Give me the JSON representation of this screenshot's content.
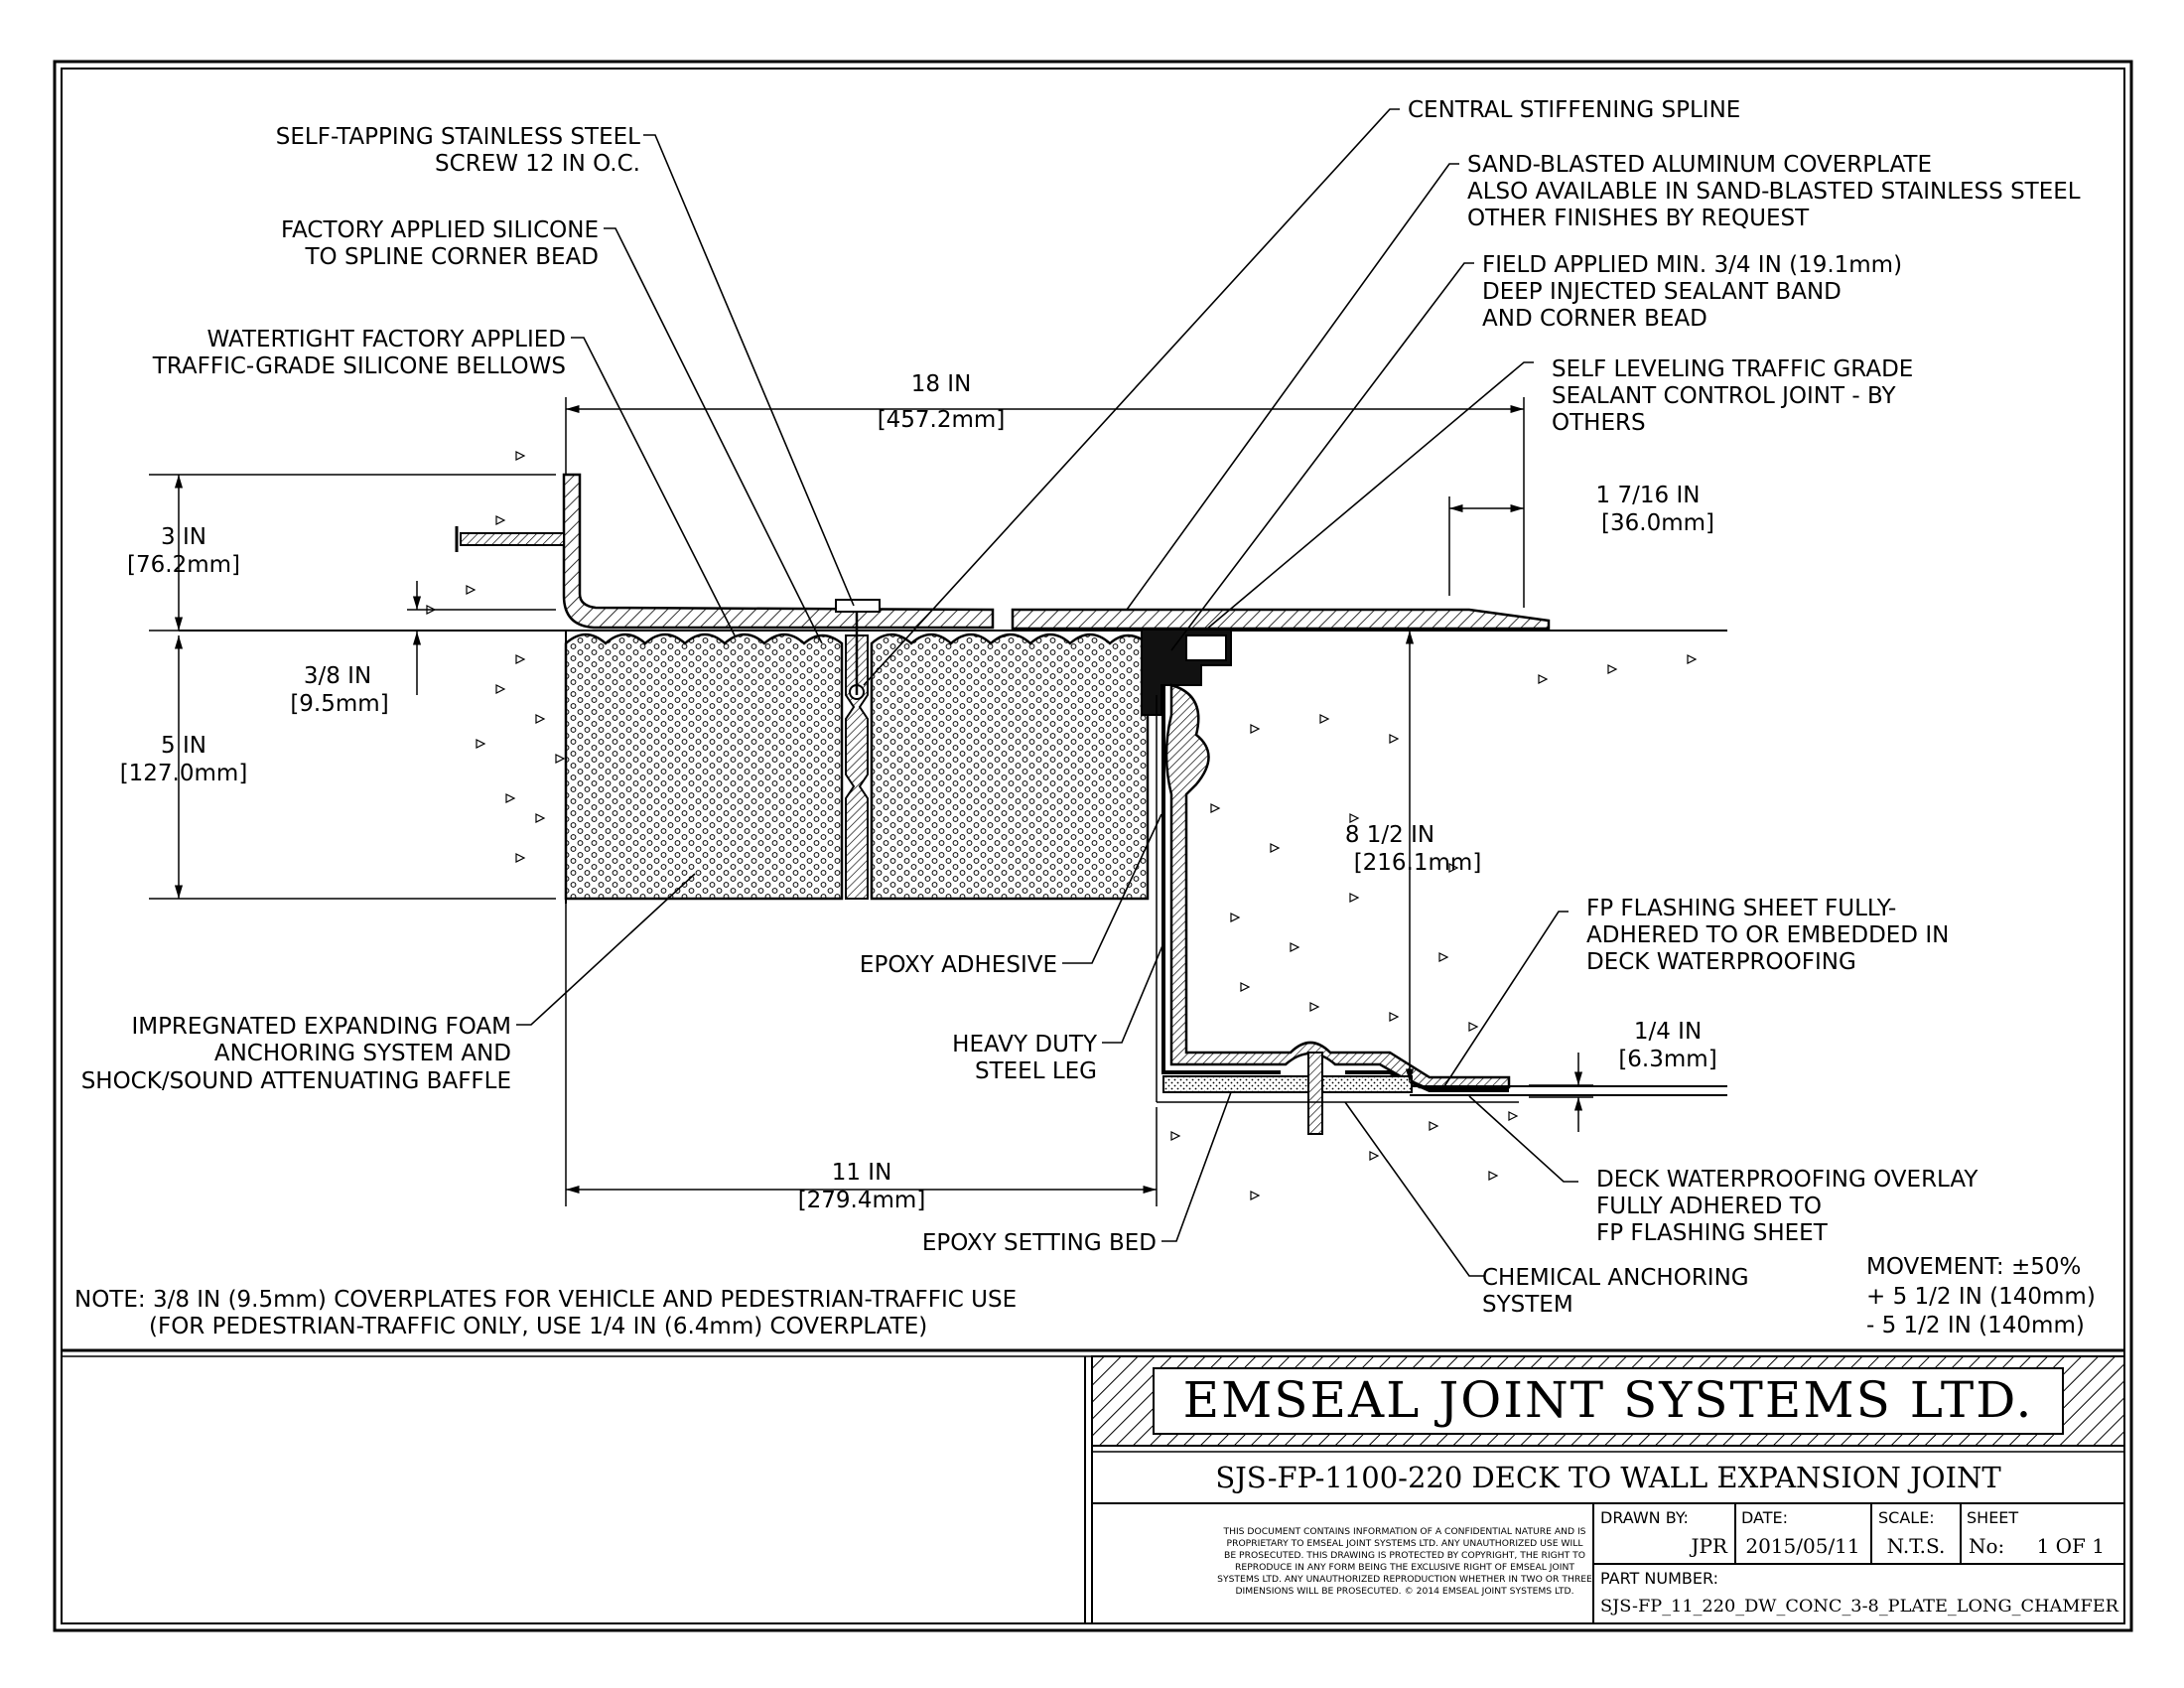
{
  "callouts": {
    "screw": [
      "SELF-TAPPING STAINLESS STEEL",
      "SCREW 12 IN O.C."
    ],
    "silicone_bead": [
      "FACTORY APPLIED SILICONE",
      "TO SPLINE CORNER BEAD"
    ],
    "bellows": [
      "WATERTIGHT FACTORY APPLIED",
      "TRAFFIC-GRADE SILICONE BELLOWS"
    ],
    "spline": [
      "CENTRAL STIFFENING SPLINE"
    ],
    "coverplate": [
      "SAND-BLASTED ALUMINUM COVERPLATE",
      "ALSO AVAILABLE IN SAND-BLASTED STAINLESS STEEL",
      "OTHER FINISHES BY REQUEST"
    ],
    "sealant_band": [
      "FIELD APPLIED MIN. 3/4 IN (19.1mm)",
      "DEEP INJECTED SEALANT BAND",
      "AND CORNER BEAD"
    ],
    "control_joint": [
      "SELF LEVELING TRAFFIC GRADE",
      "SEALANT CONTROL JOINT - BY",
      "OTHERS"
    ],
    "flashing": [
      "FP FLASHING SHEET FULLY-",
      "ADHERED TO OR EMBEDDED IN",
      "DECK WATERPROOFING"
    ],
    "epoxy_adhesive": [
      "EPOXY ADHESIVE"
    ],
    "steel_leg": [
      "HEAVY DUTY",
      "STEEL LEG"
    ],
    "foam": [
      "IMPREGNATED EXPANDING FOAM",
      "ANCHORING SYSTEM AND",
      "SHOCK/SOUND ATTENUATING BAFFLE"
    ],
    "setting_bed": [
      "EPOXY SETTING BED"
    ],
    "anchoring": [
      "CHEMICAL ANCHORING",
      "SYSTEM"
    ],
    "overlay": [
      "DECK WATERPROOFING OVERLAY",
      "FULLY ADHERED TO",
      "FP FLASHING SHEET"
    ]
  },
  "dimensions": {
    "width_18": [
      "18 IN",
      "[457.2mm]"
    ],
    "chamfer": [
      "1 7/16 IN",
      "[36.0mm]"
    ],
    "height_3": [
      "3 IN",
      "[76.2mm]"
    ],
    "plate_3_8": [
      "3/8 IN",
      "[9.5mm]"
    ],
    "height_5": [
      "5 IN",
      "[127.0mm]"
    ],
    "height_8_5": [
      "8 1/2 IN",
      "[216.1mm]"
    ],
    "sheet_1_4": [
      "1/4 IN",
      "[6.3mm]"
    ],
    "width_11": [
      "11 IN",
      "[279.4mm]"
    ]
  },
  "note": [
    "NOTE: 3/8 IN (9.5mm) COVERPLATES FOR VEHICLE AND PEDESTRIAN-TRAFFIC USE",
    "(FOR PEDESTRIAN-TRAFFIC ONLY, USE 1/4 IN (6.4mm) COVERPLATE)"
  ],
  "movement": [
    "MOVEMENT: ±50%",
    "+ 5 1/2 IN (140mm)",
    "- 5 1/2 IN (140mm)"
  ],
  "title_block": {
    "company": "EMSEAL JOINT SYSTEMS LTD.",
    "drawing_title": "SJS-FP-1100-220 DECK TO WALL EXPANSION JOINT",
    "disclaimer": [
      "THIS DOCUMENT CONTAINS INFORMATION OF A CONFIDENTIAL NATURE AND IS",
      "PROPRIETARY TO EMSEAL JOINT SYSTEMS LTD. ANY UNAUTHORIZED USE WILL",
      "BE PROSECUTED. THIS DRAWING IS PROTECTED BY COPYRIGHT, THE RIGHT TO",
      "REPRODUCE IN ANY FORM BEING THE EXCLUSIVE RIGHT OF EMSEAL JOINT",
      "SYSTEMS LTD. ANY UNAUTHORIZED REPRODUCTION WHETHER IN TWO OR THREE",
      "DIMENSIONS WILL BE PROSECUTED. © 2014 EMSEAL JOINT SYSTEMS LTD."
    ],
    "drawn_by_label": "DRAWN BY:",
    "drawn_by": "JPR",
    "date_label": "DATE:",
    "date": "2015/05/11",
    "scale_label": "SCALE:",
    "scale": "N.T.S.",
    "sheet_label": "SHEET",
    "sheet_no_label": "No:",
    "sheet": "1 OF 1",
    "part_label": "PART NUMBER:",
    "part_number": "SJS-FP_11_220_DW_CONC_3-8_PLATE_LONG_CHAMFER"
  }
}
